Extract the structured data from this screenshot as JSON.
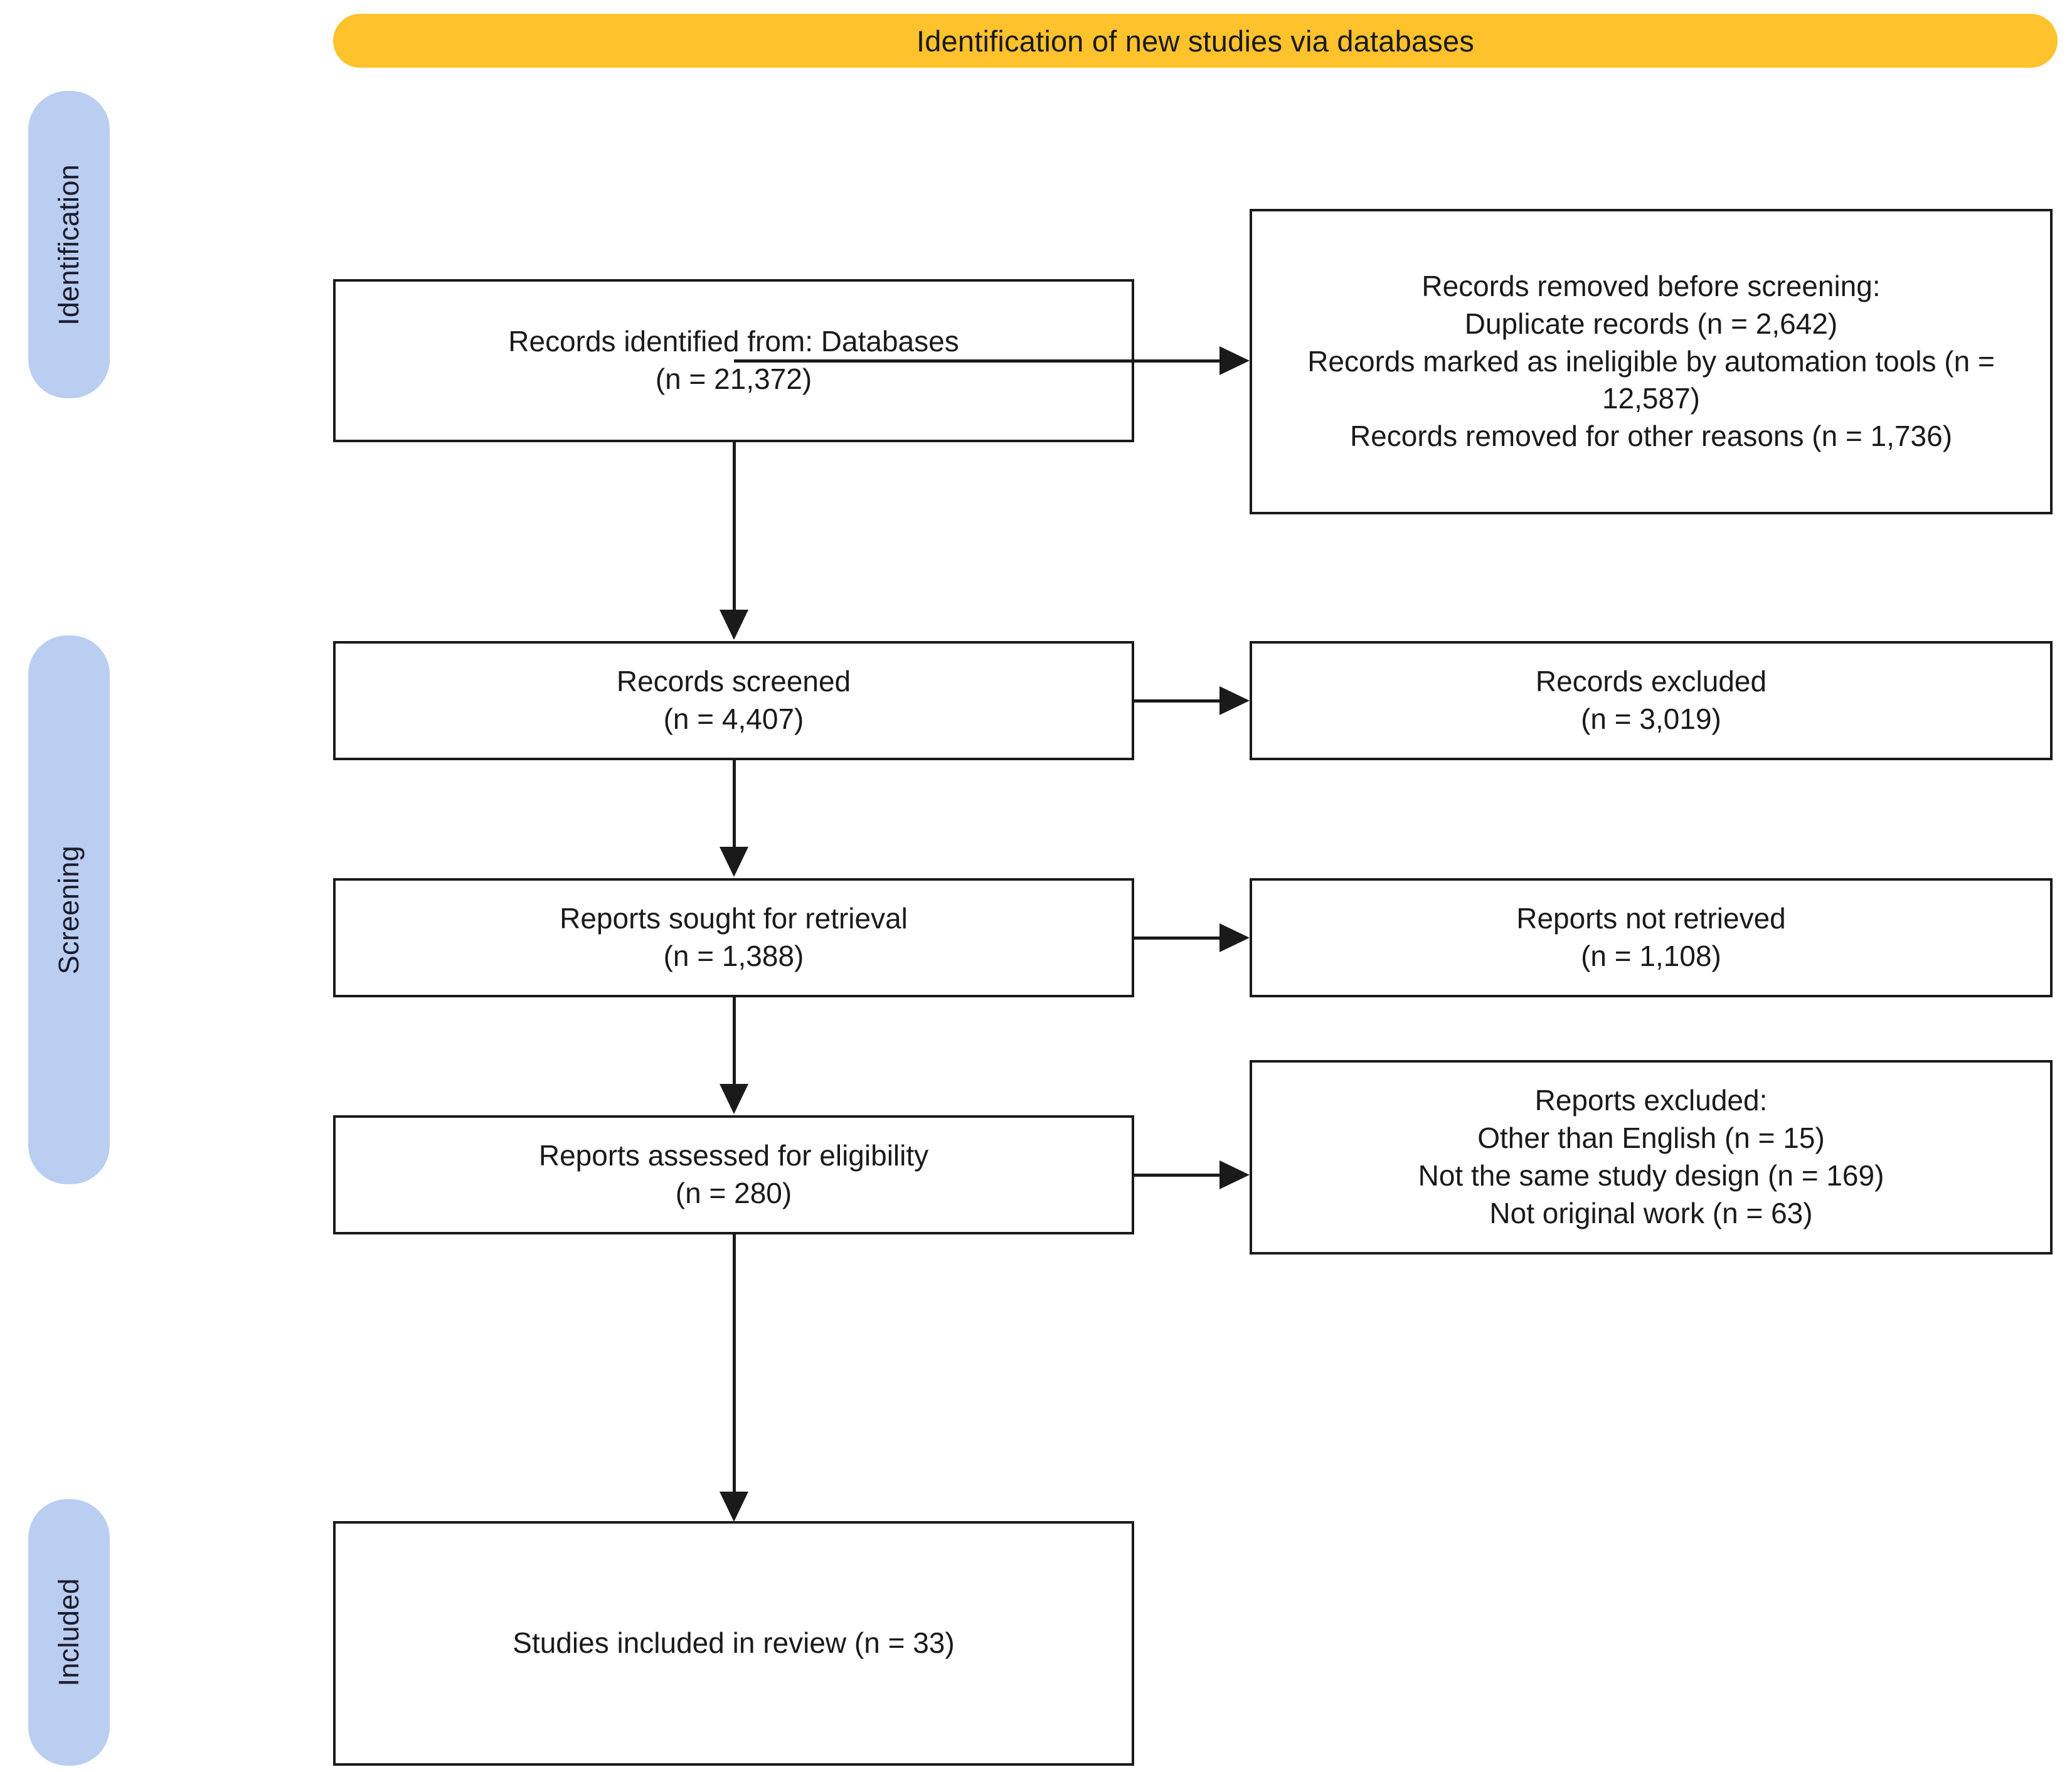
{
  "diagram": {
    "title": "PRISMA flow diagram",
    "banner": {
      "label": "Identification of new studies via databases",
      "color": "#FEC22C"
    },
    "stage_pills": [
      {
        "label": "Identification",
        "color": "#BACEF2"
      },
      {
        "label": "Screening",
        "color": "#BACEF2"
      },
      {
        "label": "Included",
        "color": "#BACEF2"
      }
    ],
    "boxes": {
      "identified": "Records identified from: Databases\n(n = 21,372)",
      "removed_before_screening": "Records removed before screening:\nDuplicate records (n = 2,642)\nRecords marked as ineligible by automation tools (n = 12,587)\nRecords removed for other reasons (n = 1,736)",
      "records_screened": "Records screened\n(n = 4,407)",
      "records_excluded": "Records excluded\n(n = 3,019)",
      "reports_sought": "Reports sought for retrieval\n(n = 1,388)",
      "reports_not_retrieved": "Reports not retrieved\n(n = 1,108)",
      "reports_assessed": "Reports assessed for eligibility\n(n = 280)",
      "reports_excluded": "Reports excluded:\nOther than English (n =  15)\nNot the same study design (n = 169)\nNot original work (n =  63)",
      "studies_included": "Studies included in review (n = 33)"
    },
    "chart_data": {
      "type": "diagram",
      "title": "Identification of new studies via databases",
      "nodes": [
        {
          "id": "identified",
          "stage": "Identification",
          "label": "Records identified from: Databases",
          "n": 21372
        },
        {
          "id": "removed_before_screening",
          "stage": "Identification",
          "label": "Records removed before screening",
          "children": [
            {
              "label": "Duplicate records",
              "n": 2642
            },
            {
              "label": "Records marked as ineligible by automation tools",
              "n": 12587
            },
            {
              "label": "Records removed for other reasons",
              "n": 1736
            }
          ]
        },
        {
          "id": "records_screened",
          "stage": "Screening",
          "label": "Records screened",
          "n": 4407
        },
        {
          "id": "records_excluded",
          "stage": "Screening",
          "label": "Records excluded",
          "n": 3019
        },
        {
          "id": "reports_sought",
          "stage": "Screening",
          "label": "Reports sought for retrieval",
          "n": 1388
        },
        {
          "id": "reports_not_retrieved",
          "stage": "Screening",
          "label": "Reports not retrieved",
          "n": 1108
        },
        {
          "id": "reports_assessed",
          "stage": "Screening",
          "label": "Reports assessed for eligibility",
          "n": 280
        },
        {
          "id": "reports_excluded",
          "stage": "Screening",
          "label": "Reports excluded",
          "children": [
            {
              "label": "Other than English",
              "n": 15
            },
            {
              "label": "Not the same study design",
              "n": 169
            },
            {
              "label": "Not original work",
              "n": 63
            }
          ]
        },
        {
          "id": "studies_included",
          "stage": "Included",
          "label": "Studies included in review",
          "n": 33
        }
      ],
      "edges": [
        {
          "from": "identified",
          "to": "removed_before_screening",
          "direction": "right"
        },
        {
          "from": "identified",
          "to": "records_screened",
          "direction": "down"
        },
        {
          "from": "records_screened",
          "to": "records_excluded",
          "direction": "right"
        },
        {
          "from": "records_screened",
          "to": "reports_sought",
          "direction": "down"
        },
        {
          "from": "reports_sought",
          "to": "reports_not_retrieved",
          "direction": "right"
        },
        {
          "from": "reports_sought",
          "to": "reports_assessed",
          "direction": "down"
        },
        {
          "from": "reports_assessed",
          "to": "reports_excluded",
          "direction": "right"
        },
        {
          "from": "reports_assessed",
          "to": "studies_included",
          "direction": "down"
        }
      ]
    }
  }
}
